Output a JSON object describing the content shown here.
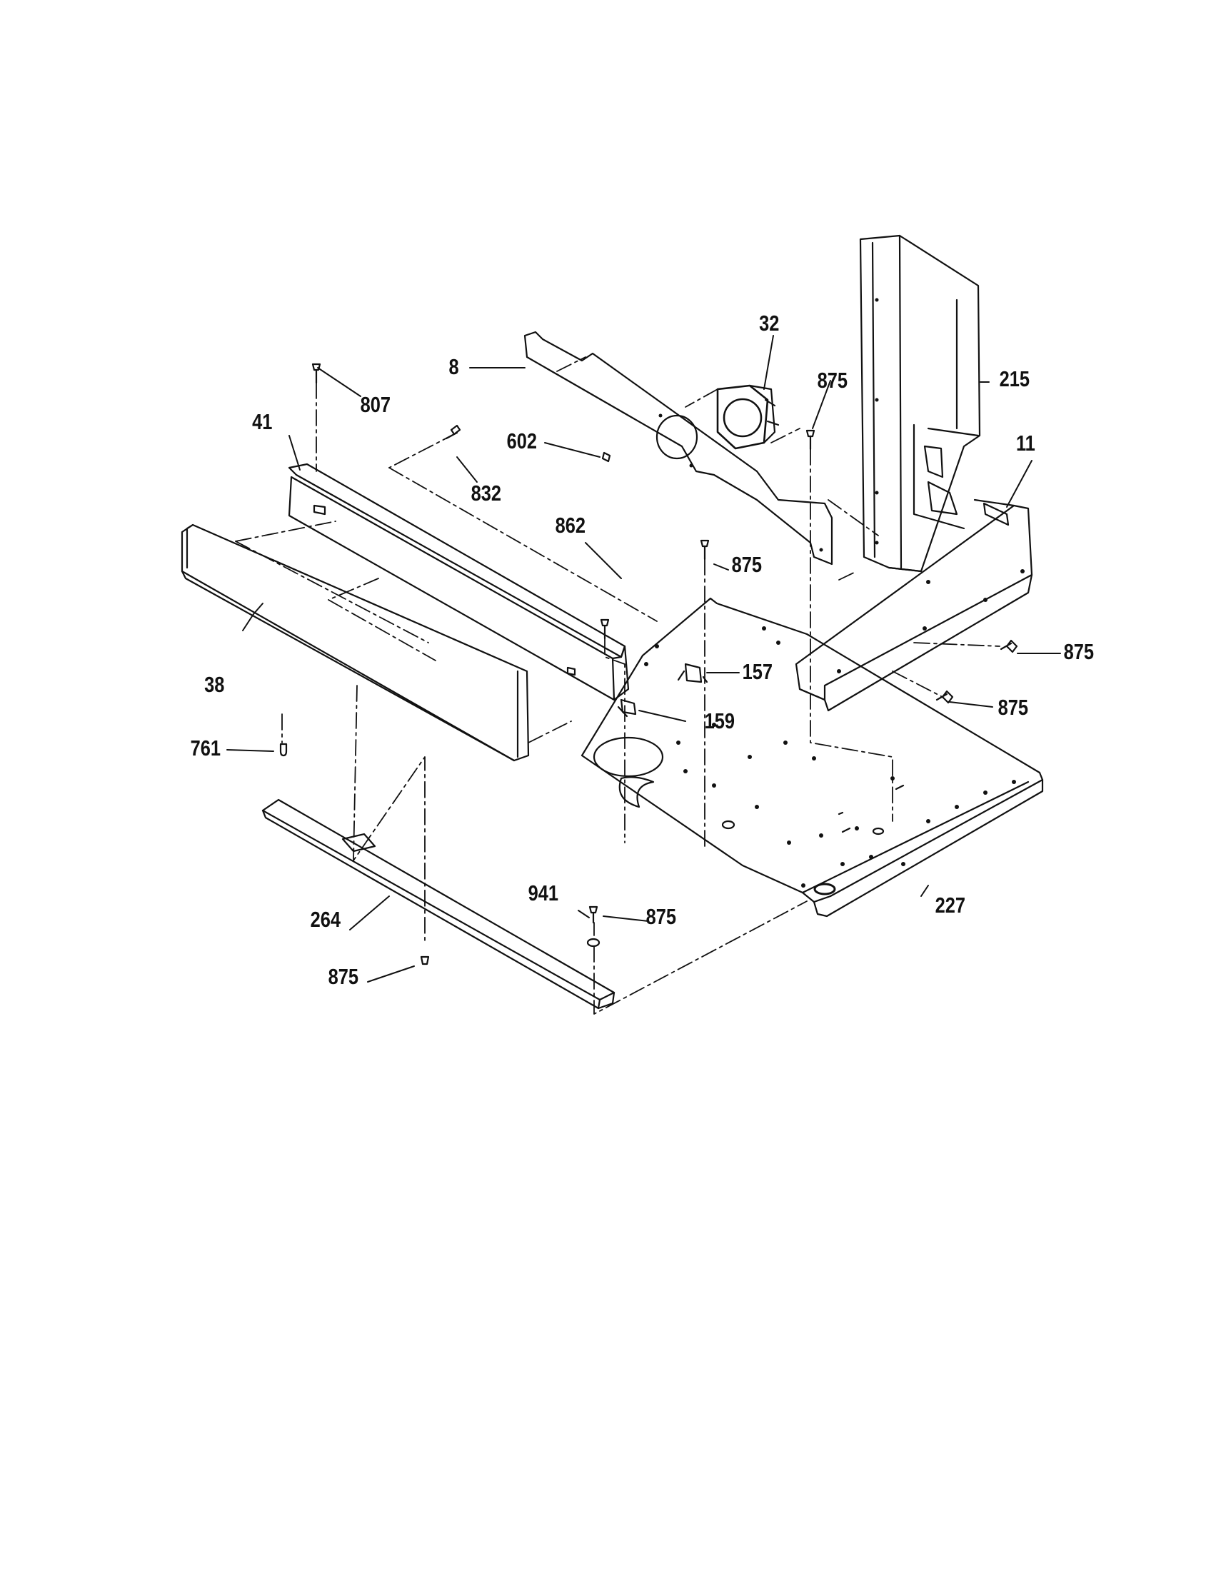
{
  "diagram": {
    "labels": {
      "p32": "32",
      "p8": "8",
      "p875_top": "875",
      "p215": "215",
      "p807": "807",
      "p41": "41",
      "p602": "602",
      "p11": "11",
      "p832": "832",
      "p862": "862",
      "p875_mid": "875",
      "p875_right1": "875",
      "p157": "157",
      "p38": "38",
      "p875_right2": "875",
      "p159": "159",
      "p761": "761",
      "p941": "941",
      "p875_bottom_mid": "875",
      "p227": "227",
      "p264": "264",
      "p875_bottom_left": "875"
    }
  }
}
